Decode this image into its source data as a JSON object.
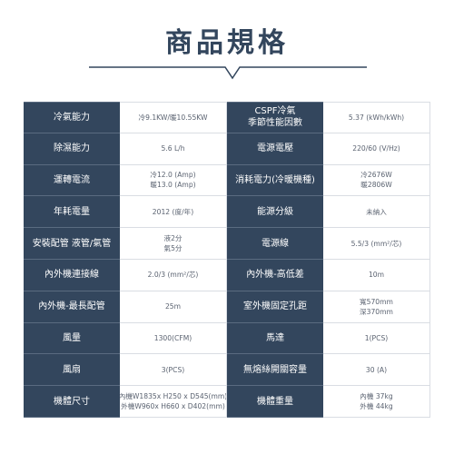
{
  "title": "商品規格",
  "rows": [
    {
      "l1": [
        "冷氣能力"
      ],
      "v1": [
        "冷9.1KW/暖10.55KW"
      ],
      "l2": [
        "CSPF冷氣",
        "季節性能因數"
      ],
      "v2": [
        "5.37 (kWh/kWh)"
      ]
    },
    {
      "l1": [
        "除濕能力"
      ],
      "v1": [
        "5.6 L/h"
      ],
      "l2": [
        "電源電壓"
      ],
      "v2": [
        "220/60 (V/Hz)"
      ]
    },
    {
      "l1": [
        "運轉電流"
      ],
      "v1": [
        "冷12.0 (Amp)",
        "暖13.0 (Amp)"
      ],
      "l2": [
        "消耗電力(冷暖機種)"
      ],
      "v2": [
        "冷2676W",
        "暖2806W"
      ]
    },
    {
      "l1": [
        "年耗電量"
      ],
      "v1": [
        "2012 (度/年)"
      ],
      "l2": [
        "能源分級"
      ],
      "v2": [
        "未納入"
      ]
    },
    {
      "l1": [
        "安裝配管 液管/氣管"
      ],
      "v1": [
        "液2分",
        "氣5分"
      ],
      "l2": [
        "電源線"
      ],
      "v2": [
        "5.5/3 (mm²/芯)"
      ]
    },
    {
      "l1": [
        "內外機連接線"
      ],
      "v1": [
        "2.0/3 (mm²/芯)"
      ],
      "l2": [
        "內外機-高低差"
      ],
      "v2": [
        "10m"
      ]
    },
    {
      "l1": [
        "內外機-最長配管"
      ],
      "v1": [
        "25m"
      ],
      "l2": [
        "室外機固定孔距"
      ],
      "v2": [
        "寬570mm",
        "深370mm"
      ]
    },
    {
      "l1": [
        "風量"
      ],
      "v1": [
        "1300(CFM)"
      ],
      "l2": [
        "馬達"
      ],
      "v2": [
        "1(PCS)"
      ]
    },
    {
      "l1": [
        "風扇"
      ],
      "v1": [
        "3(PCS)"
      ],
      "l2": [
        "無熔絲開關容量"
      ],
      "v2": [
        "30 (A)"
      ]
    },
    {
      "l1": [
        "機體尺寸"
      ],
      "v1": [
        "內機W1835x H250 x D545(mm)",
        "外機W960x H660 x D402(mm)"
      ],
      "l2": [
        "機體重量"
      ],
      "v2": [
        "內機 37kg",
        "外機 44kg"
      ]
    }
  ],
  "colors": {
    "header_bg": "#33465d",
    "title": "#33465d",
    "line": "#c7ccd4"
  }
}
